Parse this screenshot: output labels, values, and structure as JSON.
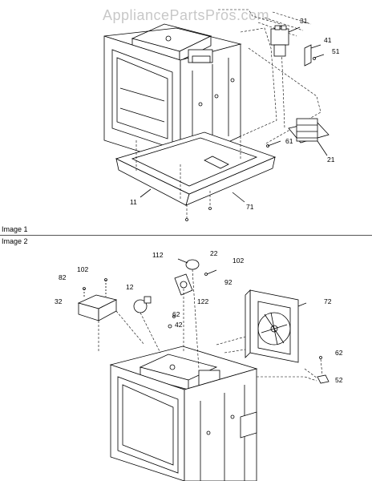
{
  "watermark": "AppliancePartsPros.com",
  "sections": [
    {
      "label": "Image 1"
    },
    {
      "label": "Image 2"
    }
  ],
  "image1_callouts": [
    {
      "id": "31",
      "text": "31"
    },
    {
      "id": "41",
      "text": "41"
    },
    {
      "id": "51",
      "text": "51"
    },
    {
      "id": "61",
      "text": "61"
    },
    {
      "id": "21",
      "text": "21"
    },
    {
      "id": "11",
      "text": "11"
    },
    {
      "id": "71",
      "text": "71"
    }
  ],
  "image2_callouts": [
    {
      "id": "112",
      "text": "112"
    },
    {
      "id": "22",
      "text": "22"
    },
    {
      "id": "102b",
      "text": "102"
    },
    {
      "id": "92",
      "text": "92"
    },
    {
      "id": "102a",
      "text": "102"
    },
    {
      "id": "82",
      "text": "82"
    },
    {
      "id": "12",
      "text": "12"
    },
    {
      "id": "32",
      "text": "32"
    },
    {
      "id": "122",
      "text": "122"
    },
    {
      "id": "62a",
      "text": "62"
    },
    {
      "id": "42",
      "text": "42"
    },
    {
      "id": "72",
      "text": "72"
    },
    {
      "id": "62b",
      "text": "62"
    },
    {
      "id": "52",
      "text": "52"
    }
  ]
}
